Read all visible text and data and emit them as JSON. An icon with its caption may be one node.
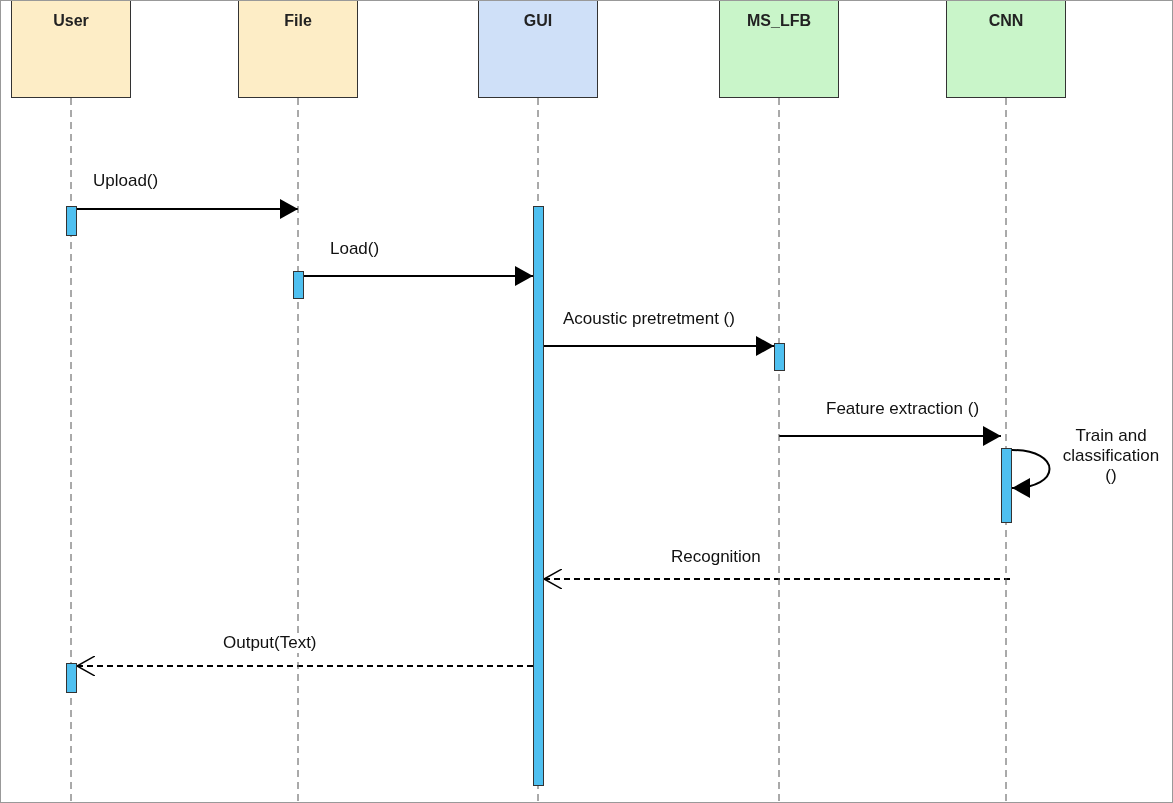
{
  "diagram": {
    "nodes": [
      {
        "text": [
          "User"
        ]
      },
      {
        "text": [
          "File"
        ]
      },
      {
        "text": [
          "GUI"
        ]
      },
      {
        "text": [
          "MS_LFB"
        ]
      },
      {
        "text": [
          "CNN"
        ]
      },
      {
        "text": [],
        "shape": "bar",
        "in": 0
      },
      {
        "text": [],
        "shape": "bar",
        "in": 1
      },
      {
        "text": [],
        "shape": "bar",
        "in": 2
      },
      {
        "text": [],
        "shape": "bar",
        "in": 3
      },
      {
        "text": [],
        "shape": "bar",
        "in": 4
      },
      {
        "text": [],
        "shape": "bar",
        "in": 0
      }
    ],
    "edges": [
      {
        "from": 5,
        "to": 1,
        "arrow": "to",
        "label": "Upload()"
      },
      {
        "from": 6,
        "to": 7,
        "arrow": "to",
        "label": "Load()"
      },
      {
        "from": 7,
        "to": 8,
        "arrow": "to",
        "label": "Acoustic pretretment ()"
      },
      {
        "from": 3,
        "to": 9,
        "arrow": "to",
        "label": "Feature extraction ()"
      },
      {
        "from": 9,
        "to": 9,
        "arrow": "to",
        "label": "Train and classification ()"
      },
      {
        "from": 4,
        "to": 7,
        "arrow": "to",
        "label": "Recognition",
        "style": "dashed"
      },
      {
        "from": 7,
        "to": 10,
        "arrow": "to",
        "label": "Output(Text)",
        "style": "dashed"
      }
    ]
  }
}
